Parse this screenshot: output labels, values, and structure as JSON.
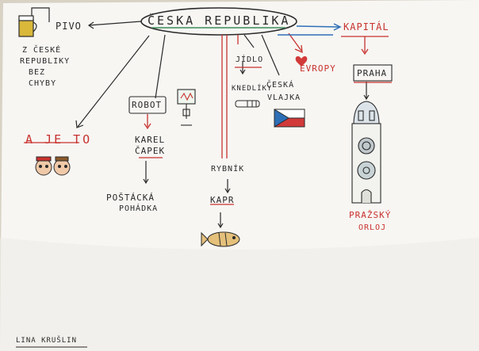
{
  "title": "ČESKA REPUBLIKA",
  "branches": {
    "pivo": "PIVO",
    "pivo_note": [
      "Z ČESKÉ",
      "REPUBLIKY",
      "BEZ",
      "CHYBY"
    ],
    "a_je_to": "A JE TO",
    "robot": "ROBOT",
    "karel_capek": [
      "KAREL",
      "ČAPEK"
    ],
    "postacka": [
      "POŠTÁCKÁ",
      "POHÁDKA"
    ],
    "jidlo": "JÍDLO",
    "knedliky": "KNEDLÍKY",
    "rybnik": "RYBNÍK",
    "kapr": "KAPR",
    "ceska_vlajka": [
      "ČESKÁ",
      "VLAJKA"
    ],
    "evropy": "EVROPY",
    "kapital": "KAPITÁL",
    "praha": "PRAHA",
    "orloj": [
      "PRAŽSKÝ",
      "ORLOJ"
    ]
  },
  "author": "LINA KRUŠLIN",
  "colors": {
    "red": "#c8322e",
    "blue": "#2d6fb6",
    "ink": "#2a2a2a",
    "green": "#3c8c5a"
  }
}
